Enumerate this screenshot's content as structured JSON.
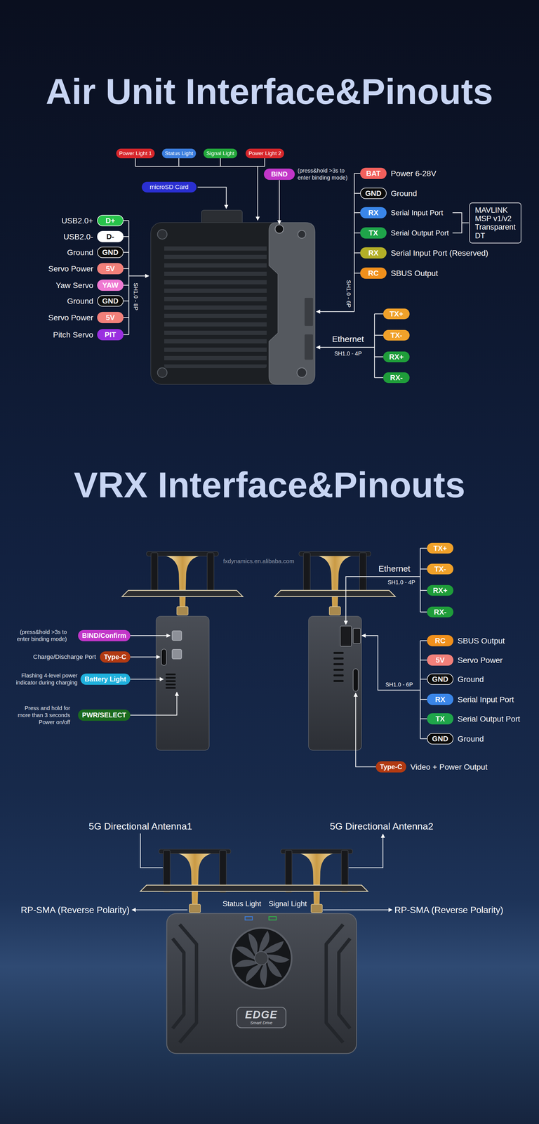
{
  "diagram": {
    "title": "Air Unit Interface&Pinouts",
    "nodes": [
      {
        "text": [
          "Power Light 1"
        ]
      },
      {
        "text": [
          "Status Light"
        ]
      },
      {
        "text": [
          "Signal Light"
        ]
      },
      {
        "text": [
          "Power Light 2"
        ]
      },
      {
        "text": [
          "BIND"
        ]
      },
      {
        "text": [
          "microSD Card"
        ]
      },
      {
        "text": [
          "D+"
        ]
      },
      {
        "text": [
          "D-"
        ]
      },
      {
        "text": [
          "GND"
        ]
      },
      {
        "text": [
          "5V"
        ]
      },
      {
        "text": [
          "YAW"
        ]
      },
      {
        "text": [
          "GND"
        ]
      },
      {
        "text": [
          "5V"
        ]
      },
      {
        "text": [
          "PIT"
        ]
      },
      {
        "text": [
          "BAT"
        ]
      },
      {
        "text": [
          "GND"
        ]
      },
      {
        "text": [
          "RX"
        ]
      },
      {
        "text": [
          "TX"
        ]
      },
      {
        "text": [
          "RX"
        ]
      },
      {
        "text": [
          "RC"
        ]
      },
      {
        "text": [
          "MAVLINK",
          "MSP v1/v2",
          "Transparent",
          "DT"
        ]
      },
      {
        "text": [
          "TX+"
        ]
      },
      {
        "text": [
          "TX-"
        ]
      },
      {
        "text": [
          "RX+"
        ]
      },
      {
        "text": [
          "RX-"
        ]
      },
      {
        "text": [
          "BIND/Confirm"
        ]
      },
      {
        "text": [
          "Type-C"
        ]
      },
      {
        "text": [
          "Battery Light"
        ]
      },
      {
        "text": [
          "PWR/SELECT"
        ]
      },
      {
        "text": [
          "TX+"
        ]
      },
      {
        "text": [
          "TX-"
        ]
      },
      {
        "text": [
          "RX+"
        ]
      },
      {
        "text": [
          "RX-"
        ]
      },
      {
        "text": [
          "RC"
        ]
      },
      {
        "text": [
          "5V"
        ]
      },
      {
        "text": [
          "GND"
        ]
      },
      {
        "text": [
          "RX"
        ]
      },
      {
        "text": [
          "TX"
        ]
      },
      {
        "text": [
          "GND"
        ]
      },
      {
        "text": [
          "Type-C"
        ]
      },
      {
        "text": [
          "EDGE",
          "Smart Drive"
        ]
      }
    ],
    "labels": [
      "(press&hold >3s to enter binding mode)",
      "USB2.0+",
      "USB2.0-",
      "Ground",
      "Servo Power",
      "Yaw Servo",
      "Ground",
      "Servo Power",
      "Pitch Servo",
      "SH1.0 - 8P",
      "Power 6-28V",
      "Ground",
      "Serial Input Port",
      "Serial Output Port",
      "Serial Input Port (Reserved)",
      "SBUS Output",
      "SH1.0 - 6P",
      "Ethernet",
      "SH1.0 - 4P",
      "VRX Interface&Pinouts",
      "fxdynamics.en.alibaba.com",
      "(press&hold >3s to enter binding mode)",
      "Charge/Discharge Port",
      "Flashing 4-level power indicator during charging",
      "Press and hold for more than 3 seconds Power on/off",
      "Ethernet",
      "SH1.0 - 4P",
      "SBUS Output",
      "Servo Power",
      "Ground",
      "Serial Input Port",
      "Serial Output Port",
      "Ground",
      "SH1.0 - 6P",
      "Video + Power Output",
      "5G Directional Antenna1",
      "5G Directional Antenna2",
      "RP-SMA (Reverse Polarity)",
      "Status Light",
      "Signal Light",
      "RP-SMA (Reverse Polarity)"
    ]
  }
}
